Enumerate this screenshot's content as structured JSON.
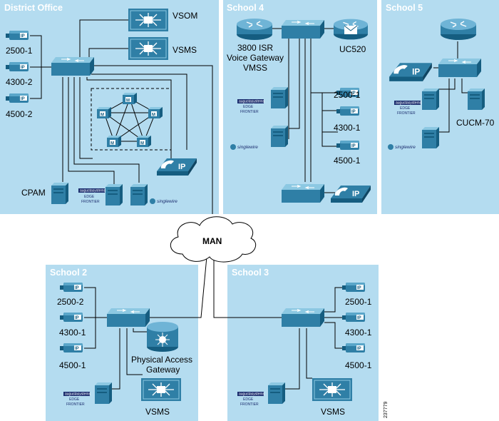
{
  "colors": {
    "region_bg": "#b4dcf0",
    "region_title": "#ffffff",
    "device_blue": "#2f7fa6",
    "device_dark": "#155d80",
    "device_light": "#8cc8e2",
    "line": "#000000"
  },
  "district": {
    "title": "District Office",
    "vsom": "VSOM",
    "vsms": "VSMS",
    "cam1": "2500-1",
    "cam2": "4300-2",
    "cam3": "4500-2",
    "cpam": "CPAM"
  },
  "school4": {
    "title": "School 4",
    "gw_line1": "3800 ISR",
    "gw_line2": "Voice Gateway",
    "gw_line3": "VMSS",
    "uc": "UC520",
    "cam1": "2500-1",
    "cam2": "4300-1",
    "cam3": "4500-1"
  },
  "school5": {
    "title": "School 5",
    "cucm": "CUCM-70"
  },
  "school2": {
    "title": "School 2",
    "cam1": "2500-2",
    "cam2": "4300-1",
    "cam3": "4500-1",
    "pag_line1": "Physical Access",
    "pag_line2": "Gateway",
    "vsms": "VSMS"
  },
  "school3": {
    "title": "School 3",
    "cam1": "2500-1",
    "cam2": "4300-1",
    "cam3": "4500-1",
    "vsms": "VSMS"
  },
  "man": "MAN",
  "figure_id": "237779",
  "logos": {
    "augusta": "augustasystems",
    "edge": "EDGE",
    "frontier": "FRONTIER",
    "singlewire": "singlewire"
  },
  "icons": {
    "camera": "ip-camera-icon",
    "switch": "switch-icon",
    "router": "router-icon",
    "phone": "ip-phone-icon",
    "server": "server-icon",
    "mcu": "media-server-icon",
    "gateway": "access-gateway-icon",
    "uc520": "uc520-icon",
    "cloud": "cloud-icon"
  }
}
